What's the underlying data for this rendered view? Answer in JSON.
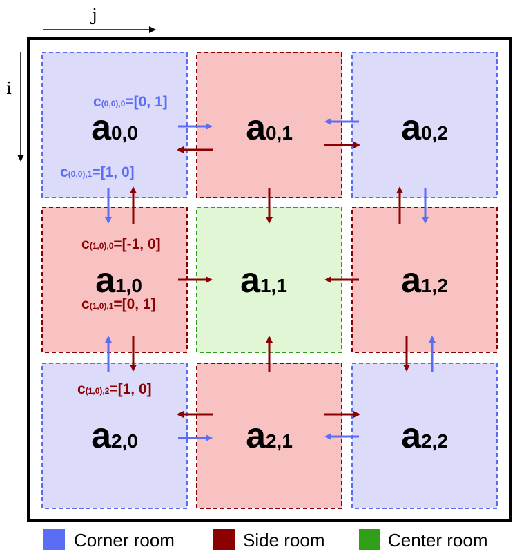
{
  "axes": {
    "j_label": "j",
    "i_label": "i"
  },
  "colors": {
    "corner_fill": "#dcdcfa",
    "corner_border": "#5b6cf5",
    "side_fill": "#f8c2c2",
    "side_border": "#8b0000",
    "center_fill": "#e0f6d4",
    "center_border": "#2e9f17",
    "corner_arrow": "#5b6cf5",
    "side_arrow": "#8b0000",
    "frame": "#000000"
  },
  "rooms": [
    {
      "id": "a00",
      "main": "a",
      "sub": "0,0",
      "type": "corner"
    },
    {
      "id": "a01",
      "main": "a",
      "sub": "0,1",
      "type": "side"
    },
    {
      "id": "a02",
      "main": "a",
      "sub": "0,2",
      "type": "corner"
    },
    {
      "id": "a10",
      "main": "a",
      "sub": "1,0",
      "type": "side"
    },
    {
      "id": "a11",
      "main": "a",
      "sub": "1,1",
      "type": "center"
    },
    {
      "id": "a12",
      "main": "a",
      "sub": "1,2",
      "type": "side"
    },
    {
      "id": "a20",
      "main": "a",
      "sub": "2,0",
      "type": "corner"
    },
    {
      "id": "a21",
      "main": "a",
      "sub": "2,1",
      "type": "side"
    },
    {
      "id": "a22",
      "main": "a",
      "sub": "2,2",
      "type": "corner"
    }
  ],
  "connections": [
    {
      "id": "c00-0",
      "main": "c",
      "sub": "(0,0),0",
      "value": "=[0, 1]",
      "color": "corner"
    },
    {
      "id": "c00-1",
      "main": "c",
      "sub": "(0,0),1",
      "value": "=[1, 0]",
      "color": "corner"
    },
    {
      "id": "c10-0",
      "main": "c",
      "sub": "(1,0),0",
      "value": "=[-1, 0]",
      "color": "side"
    },
    {
      "id": "c10-1",
      "main": "c",
      "sub": "(1,0),1",
      "value": "=[0, 1]",
      "color": "side"
    },
    {
      "id": "c10-2",
      "main": "c",
      "sub": "(1,0),2",
      "value": "=[1, 0]",
      "color": "side"
    }
  ],
  "legend": [
    {
      "label": "Corner room",
      "color": "#5b6cf5"
    },
    {
      "label": "Side room",
      "color": "#8b0000"
    },
    {
      "label": "Center room",
      "color": "#2e9f17"
    }
  ]
}
